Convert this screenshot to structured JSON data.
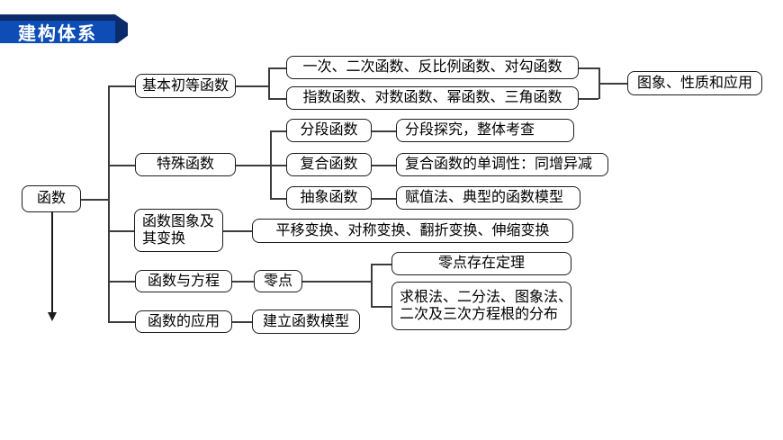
{
  "header": {
    "badge": "建构体系"
  },
  "colors": {
    "badge_front": "#0d4db5",
    "badge_back": "#0b2b6b",
    "line": "#3c3c3c",
    "box_border": "#1c1c1c",
    "background": "#ffffff"
  },
  "nodes": {
    "root": "函数",
    "basic": "基本初等函数",
    "basic_child_1": "一次、二次函数、反比例函数、对勾函数",
    "basic_child_2": "指数函数、对数函数、幂函数、三角函数",
    "basic_result": "图象、性质和应用",
    "special": "特殊函数",
    "piecewise": "分段函数",
    "piecewise_note": "分段探究，整体考查",
    "composite": "复合函数",
    "composite_note": "复合函数的单调性：同增异减",
    "abstract": "抽象函数",
    "abstract_note": "赋值法、典型的函数模型",
    "graph_line1": "函数图象及",
    "graph_line2": "其变换",
    "graph_note": "平移变换、对称变换、翻折变换、伸缩变换",
    "equation": "函数与方程",
    "zero": "零点",
    "zero_theorem": "零点存在定理",
    "roots_line1": "求根法、二分法、图象法、",
    "roots_line2": "二次及三次方程根的分布",
    "application": "函数的应用",
    "model": "建立函数模型"
  }
}
